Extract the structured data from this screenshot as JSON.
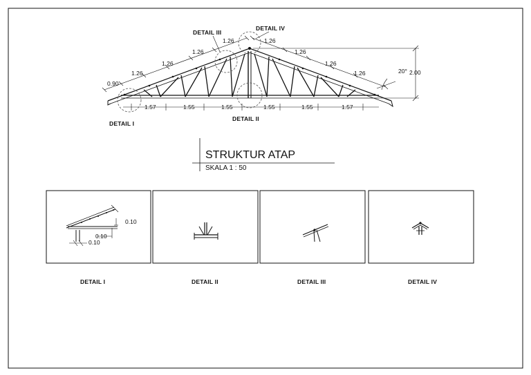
{
  "title": "STRUKTUR ATAP",
  "scale": "SKALA 1 : 50",
  "truss": {
    "top_dims_left": [
      "0.90",
      "1.26",
      "1.26",
      "1.26",
      "1.26"
    ],
    "top_dims_right": [
      "1.26",
      "1.26",
      "1.26",
      "1.26"
    ],
    "bottom_dims": [
      "1.57",
      "1.55",
      "1.55",
      "1.55",
      "1.55",
      "1.57"
    ],
    "height": "2.00",
    "angle": "20°"
  },
  "callouts": {
    "detail_1": "DETAIL I",
    "detail_2": "DETAIL II",
    "detail_3": "DETAIL III",
    "detail_4": "DETAIL IV"
  },
  "details": [
    {
      "label": "DETAIL I",
      "dims": [
        "0.10",
        "0.10",
        "0.10"
      ]
    },
    {
      "label": "DETAIL II"
    },
    {
      "label": "DETAIL III"
    },
    {
      "label": "DETAIL IV"
    }
  ]
}
